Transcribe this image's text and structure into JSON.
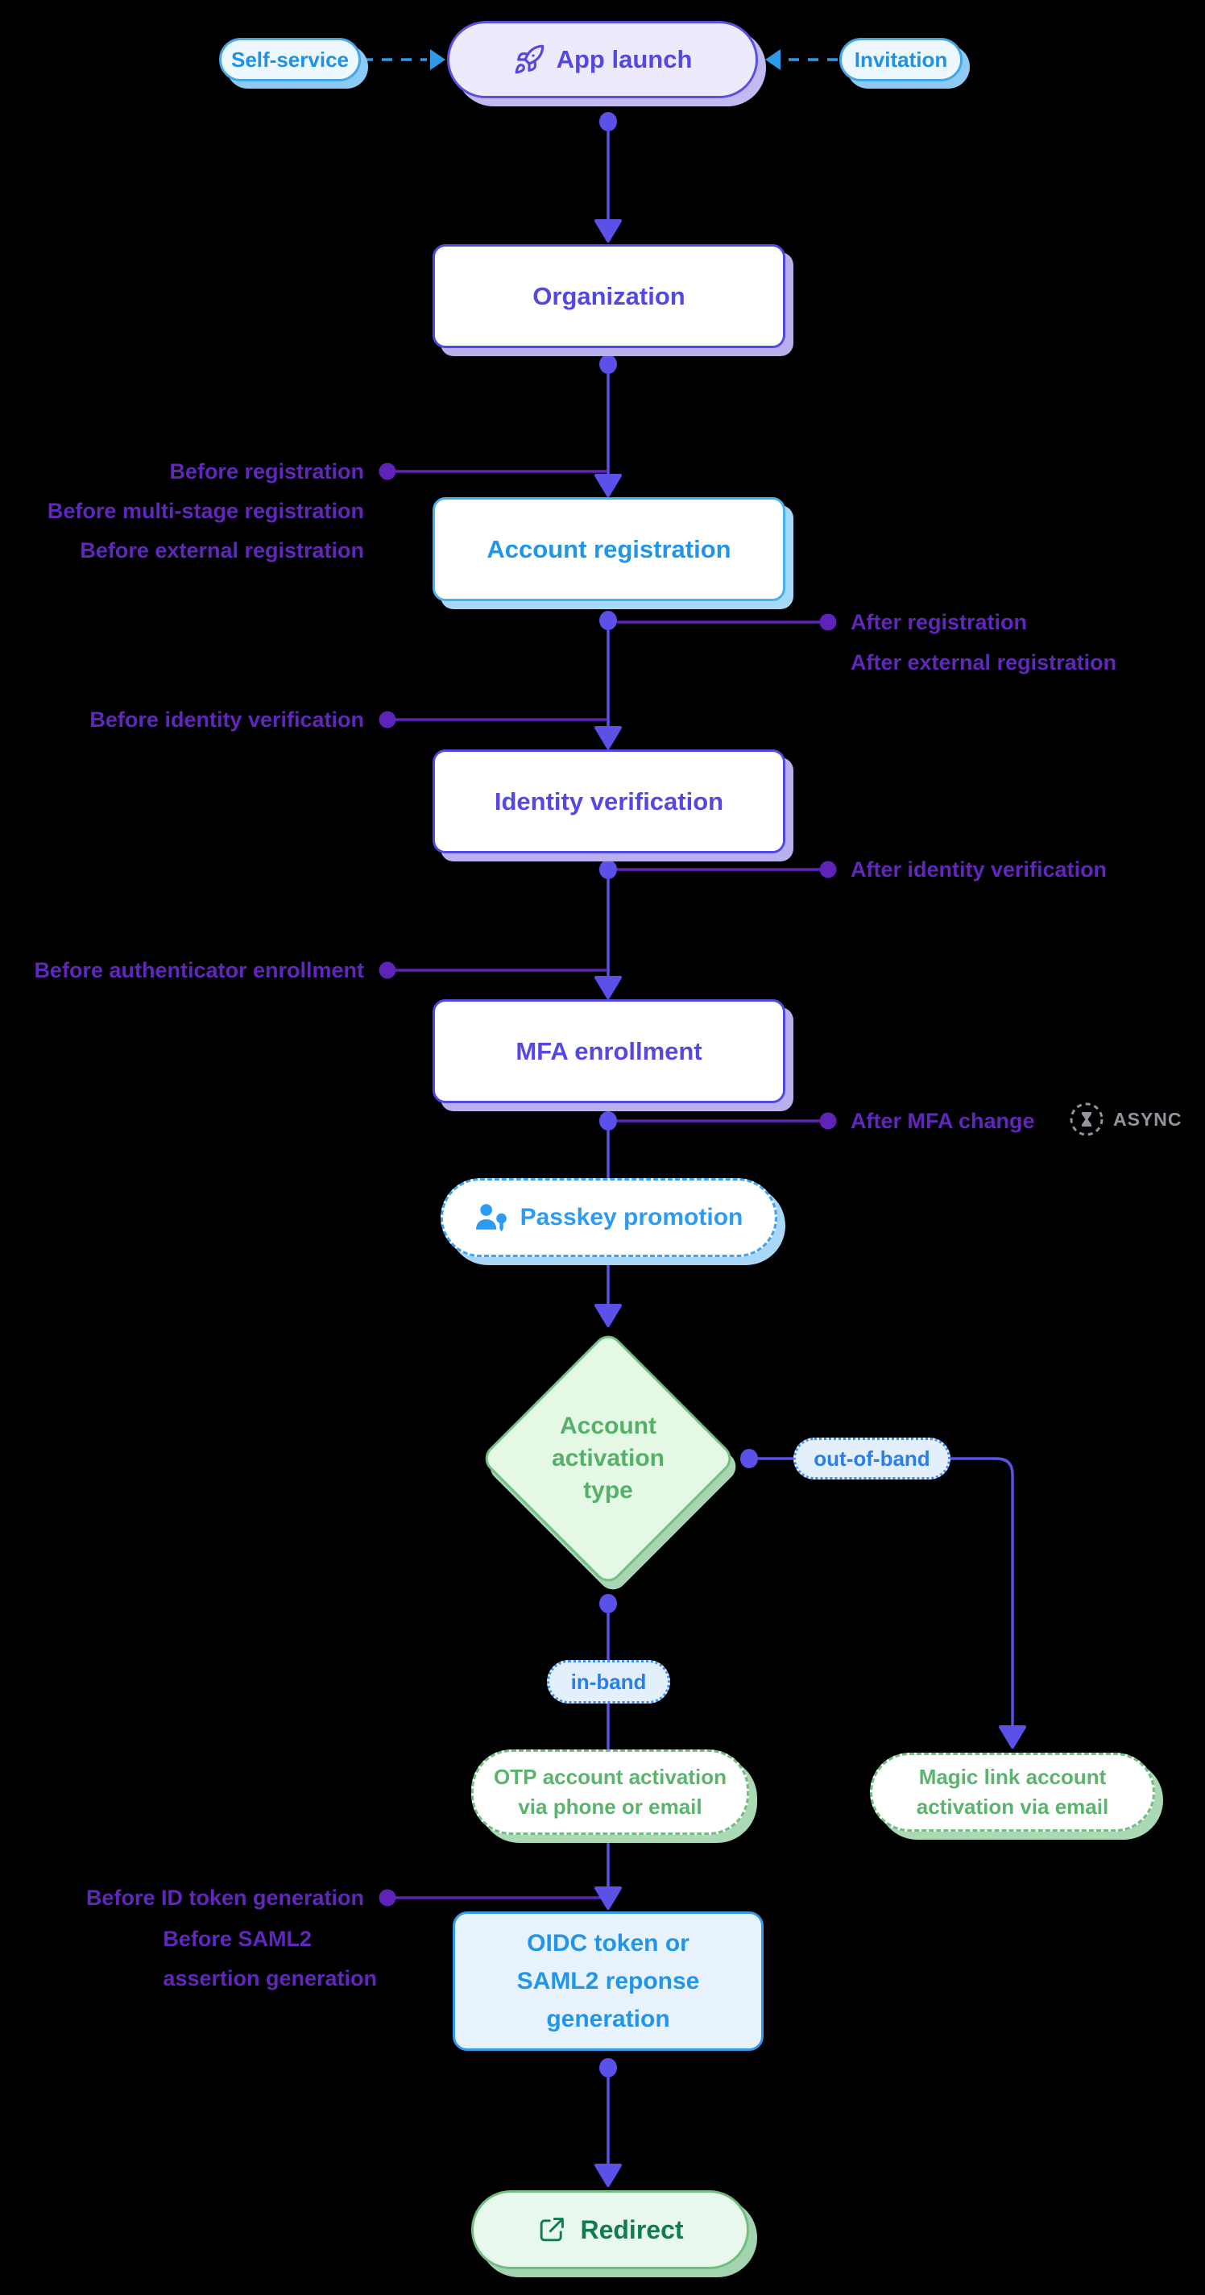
{
  "nodes": {
    "self_service": "Self-service",
    "app_launch": "App launch",
    "invitation": "Invitation",
    "organization": "Organization",
    "account_registration": "Account registration",
    "identity_verification": "Identity verification",
    "mfa_enrollment": "MFA enrollment",
    "passkey_promotion": "Passkey promotion",
    "account_activation_type": {
      "line1": "Account",
      "line2": "activation",
      "line3": "type"
    },
    "out_of_band": "out-of-band",
    "in_band": "in-band",
    "otp_activation": {
      "bold": "OTP",
      "line1_rest": " account activation",
      "line2": "via phone or email"
    },
    "magic_link_activation": {
      "bold": "Magic link",
      "line1_rest": " account",
      "line2": "activation via email"
    },
    "oidc_generation": {
      "line1": "OIDC token or",
      "line2": "SAML2 reponse",
      "line3": "generation"
    },
    "redirect": "Redirect"
  },
  "hooks": {
    "before_registration": "Before registration",
    "before_multi_stage_registration": "Before multi-stage registration",
    "before_external_registration": "Before external registration",
    "after_registration": "After registration",
    "after_external_registration": "After external registration",
    "before_identity_verification": "Before identity verification",
    "after_identity_verification": "After identity verification",
    "before_authenticator_enrollment": "Before authenticator enrollment",
    "after_mfa_change": "After MFA change",
    "before_id_token_generation": "Before ID token generation",
    "before_saml2_line1": "Before SAML2",
    "before_saml2_line2": "assertion generation"
  },
  "badges": {
    "async": "ASYNC"
  },
  "colors": {
    "connector_indigo": "#5b50e8",
    "hook_purple": "#5e23b8",
    "hook_text": "#6127bd",
    "trigger_blue": "#2e9be8",
    "node_purple_border": "#5149e6",
    "node_blue_border": "#45b0f2",
    "green_border": "#72c182",
    "green_text": "#55b06a",
    "redirect_text": "#0e7a56",
    "async_gray": "#95949e",
    "background": "#000000"
  }
}
